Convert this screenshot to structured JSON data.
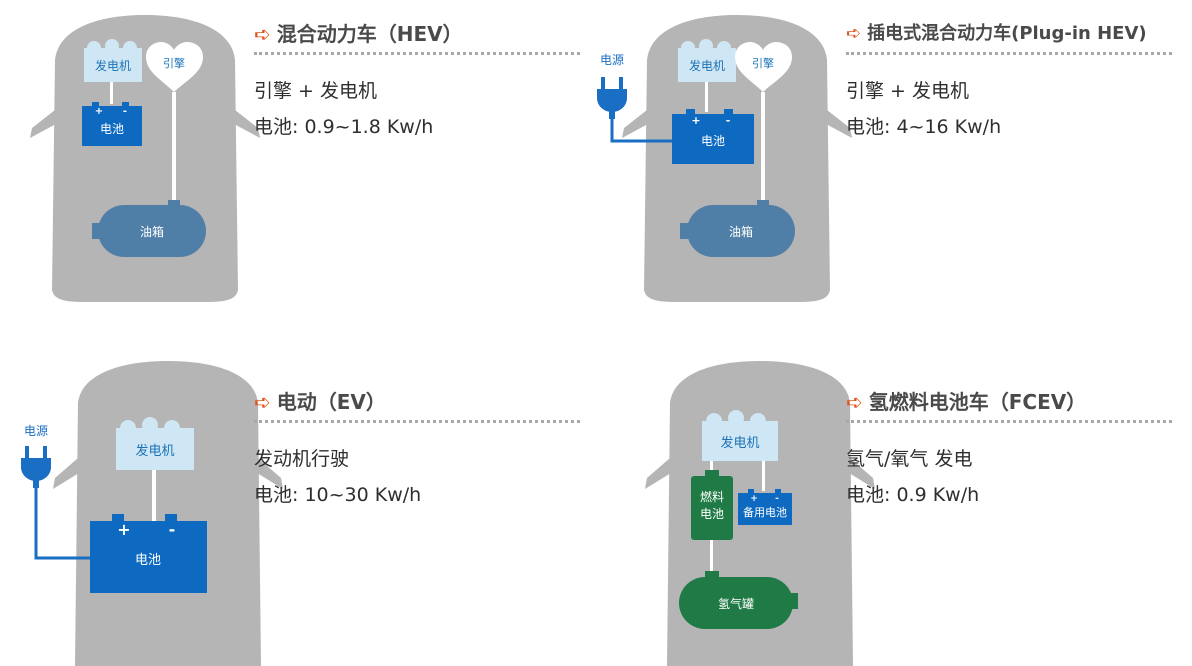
{
  "colors": {
    "car_body": "#b5b5b5",
    "generator_fill": "#cfe6f5",
    "generator_text": "#1a73b8",
    "engine_text": "#1a73b8",
    "battery": "#0d6ac0",
    "fuel_tank": "#4f7fa6",
    "plug": "#1a6ec4",
    "fuel_cell": "#1f7a45",
    "title_arrow": "#e0541c",
    "title_text": "#4a4a4a",
    "body_text": "#2e2e2e"
  },
  "panels": {
    "hev": {
      "title": "混合动力车（HEV）",
      "line1": "引擎 + 发电机",
      "line2": "电池: 0.9~1.8 Kw/h",
      "generator": "发电机",
      "engine": "引擎",
      "battery": "电池",
      "fuel_tank": "油箱"
    },
    "phev": {
      "title": "插电式混合动力车(Plug-in HEV)",
      "line1": "引擎 + 发电机",
      "line2": "电池: 4~16 Kw/h",
      "power_source": "电源",
      "generator": "发电机",
      "engine": "引擎",
      "battery": "电池",
      "fuel_tank": "油箱"
    },
    "ev": {
      "title": "电动（EV）",
      "line1": "发动机行驶",
      "line2": "电池: 10~30 Kw/h",
      "power_source": "电源",
      "generator": "发电机",
      "battery": "电池"
    },
    "fcev": {
      "title": "氢燃料电池车（FCEV）",
      "line1": "氢气/氧气 发电",
      "line2": "电池: 0.9 Kw/h",
      "generator": "发电机",
      "fuel_cell_line1": "燃料",
      "fuel_cell_line2": "电池",
      "backup_battery": "备用电池",
      "hydrogen_tank": "氢气罐"
    }
  },
  "plus_sign": "+",
  "minus_sign": "-",
  "arrow_glyph": "➪"
}
